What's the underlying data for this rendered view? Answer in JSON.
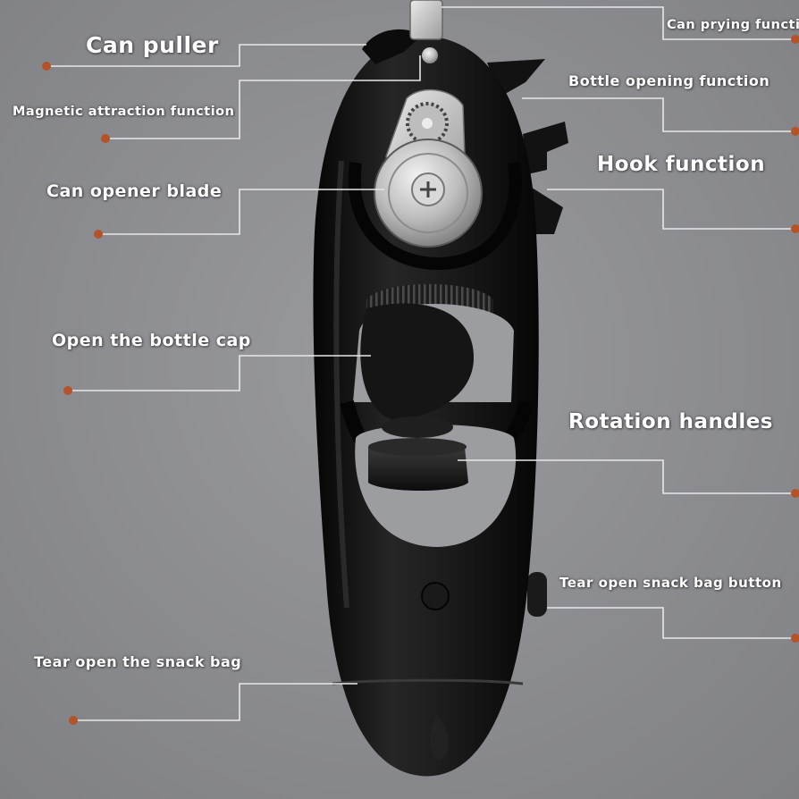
{
  "colors": {
    "background": "#8a8b8f",
    "leader_line": "#e8e8e8",
    "dot": "#b4532a",
    "tool_body": "#141414",
    "label_text": "#ffffff"
  },
  "callouts": [
    {
      "id": "can-puller",
      "text": "Can puller"
    },
    {
      "id": "magnetic-attraction",
      "text": "Magnetic attraction function"
    },
    {
      "id": "can-opener-blade",
      "text": "Can opener blade"
    },
    {
      "id": "open-bottle-cap",
      "text": "Open the bottle cap"
    },
    {
      "id": "tear-snack-bag",
      "text": "Tear open the snack bag"
    },
    {
      "id": "can-prying",
      "text": "Can prying function"
    },
    {
      "id": "bottle-opening",
      "text": "Bottle opening function"
    },
    {
      "id": "hook-function",
      "text": "Hook function"
    },
    {
      "id": "rotation-handles",
      "text": "Rotation handles"
    },
    {
      "id": "tear-snack-bag-button",
      "text": "Tear open snack bag button"
    }
  ]
}
